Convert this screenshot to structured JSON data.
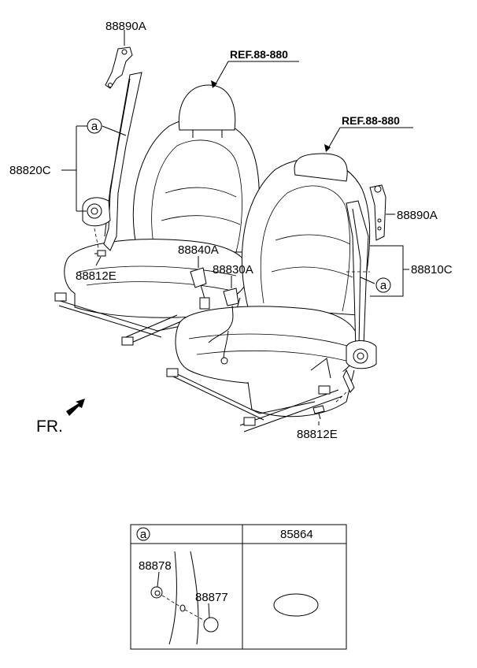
{
  "labels": {
    "top_left_retractor_adjuster": "88890A",
    "left_belt_assembly": "88820C",
    "left_bolt": "88812E",
    "buckle_left": "88840A",
    "buckle_right": "88830A",
    "right_belt_assembly": "88810C",
    "right_retractor_adjuster": "88890A",
    "right_bolt": "88812E"
  },
  "refs": {
    "left_seat_ref": "REF.88-880",
    "right_seat_ref": "REF.88-880"
  },
  "callout_marker": "a",
  "front_indicator": "FR.",
  "table": {
    "header_col1_marker": "a",
    "header_col2": "85864",
    "part_cap": "88878",
    "part_plug": "88877"
  }
}
